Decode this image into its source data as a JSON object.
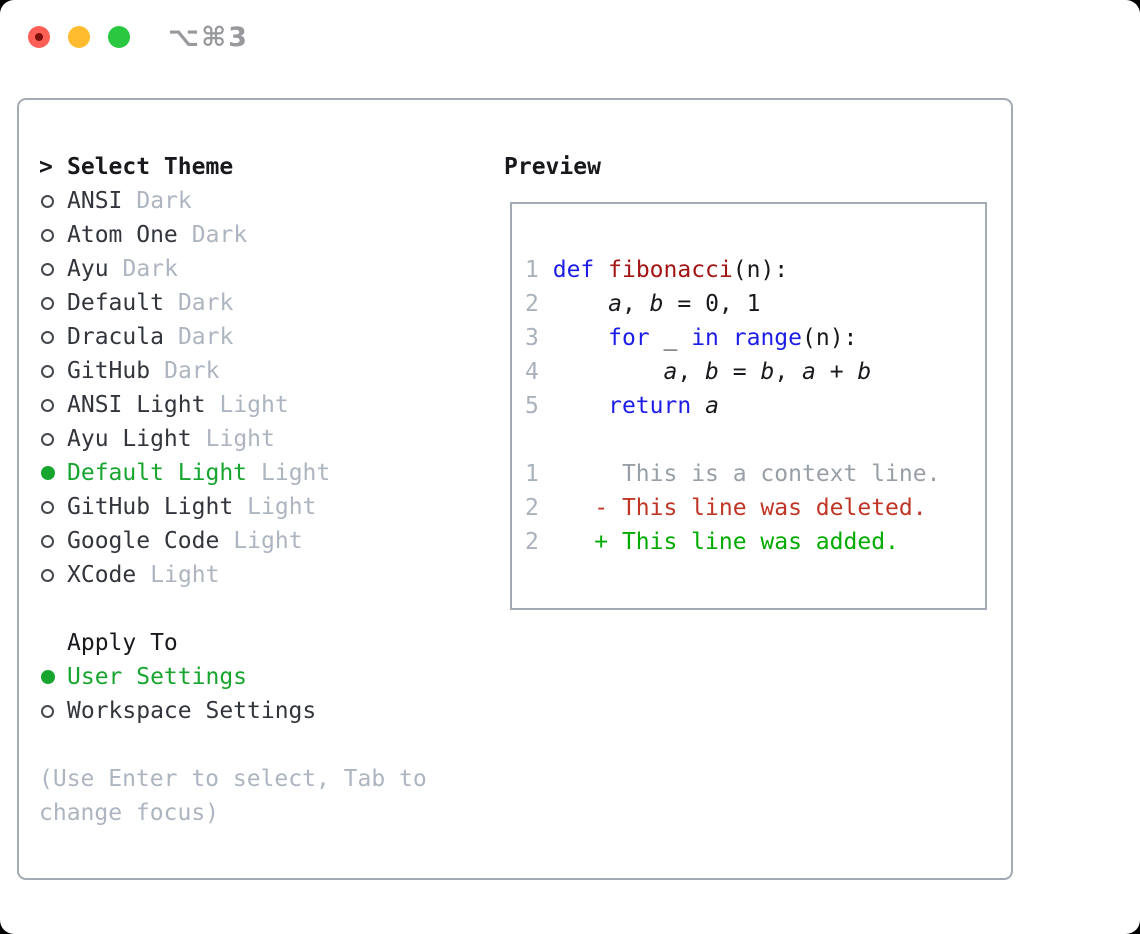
{
  "titlebar": {
    "shortcut": "⌥⌘3"
  },
  "theme_panel": {
    "header_marker": ">",
    "header": "Select Theme",
    "items": [
      {
        "name": "ANSI",
        "tag": "Dark",
        "selected": false
      },
      {
        "name": "Atom One",
        "tag": "Dark",
        "selected": false
      },
      {
        "name": "Ayu",
        "tag": "Dark",
        "selected": false
      },
      {
        "name": "Default",
        "tag": "Dark",
        "selected": false
      },
      {
        "name": "Dracula",
        "tag": "Dark",
        "selected": false
      },
      {
        "name": "GitHub",
        "tag": "Dark",
        "selected": false
      },
      {
        "name": "ANSI Light",
        "tag": "Light",
        "selected": false
      },
      {
        "name": "Ayu Light",
        "tag": "Light",
        "selected": false
      },
      {
        "name": "Default Light",
        "tag": "Light",
        "selected": true
      },
      {
        "name": "GitHub Light",
        "tag": "Light",
        "selected": false
      },
      {
        "name": "Google Code",
        "tag": "Light",
        "selected": false
      },
      {
        "name": "XCode",
        "tag": "Light",
        "selected": false
      }
    ],
    "apply_header": "Apply To",
    "apply_items": [
      {
        "name": "User Settings",
        "selected": true
      },
      {
        "name": "Workspace Settings",
        "selected": false
      }
    ],
    "hint": "(Use Enter to select, Tab to change focus)"
  },
  "preview": {
    "header": "Preview",
    "lines": [
      [
        {
          "t": "1",
          "c": "num"
        },
        {
          "t": " ",
          "c": "code"
        },
        {
          "t": "def",
          "c": "kw"
        },
        {
          "t": " ",
          "c": "code"
        },
        {
          "t": "fibonacci",
          "c": "fn"
        },
        {
          "t": "(n):",
          "c": "code"
        }
      ],
      [
        {
          "t": "2",
          "c": "num"
        },
        {
          "t": "     ",
          "c": "code"
        },
        {
          "t": "a",
          "c": "var"
        },
        {
          "t": ", ",
          "c": "code"
        },
        {
          "t": "b",
          "c": "var"
        },
        {
          "t": " = 0, 1",
          "c": "code"
        }
      ],
      [
        {
          "t": "3",
          "c": "num"
        },
        {
          "t": "     ",
          "c": "code"
        },
        {
          "t": "for",
          "c": "kw"
        },
        {
          "t": " _ ",
          "c": "code"
        },
        {
          "t": "in",
          "c": "kw"
        },
        {
          "t": " ",
          "c": "code"
        },
        {
          "t": "range",
          "c": "kw"
        },
        {
          "t": "(n):",
          "c": "code"
        }
      ],
      [
        {
          "t": "4",
          "c": "num"
        },
        {
          "t": "         ",
          "c": "code"
        },
        {
          "t": "a",
          "c": "var"
        },
        {
          "t": ", ",
          "c": "code"
        },
        {
          "t": "b",
          "c": "var"
        },
        {
          "t": " = ",
          "c": "code"
        },
        {
          "t": "b",
          "c": "var"
        },
        {
          "t": ", ",
          "c": "code"
        },
        {
          "t": "a",
          "c": "var"
        },
        {
          "t": " + ",
          "c": "code"
        },
        {
          "t": "b",
          "c": "var"
        }
      ],
      [
        {
          "t": "5",
          "c": "num"
        },
        {
          "t": "     ",
          "c": "code"
        },
        {
          "t": "return",
          "c": "kw"
        },
        {
          "t": " ",
          "c": "code"
        },
        {
          "t": "a",
          "c": "var"
        }
      ],
      [],
      [
        {
          "t": "1",
          "c": "num"
        },
        {
          "t": "      ",
          "c": "code"
        },
        {
          "t": "This is a context line.",
          "c": "ctx"
        }
      ],
      [
        {
          "t": "2",
          "c": "num"
        },
        {
          "t": "    ",
          "c": "code"
        },
        {
          "t": "- This line was deleted.",
          "c": "del"
        }
      ],
      [
        {
          "t": "2",
          "c": "num"
        },
        {
          "t": "    ",
          "c": "code"
        },
        {
          "t": "+ This line was added.",
          "c": "add"
        }
      ]
    ]
  },
  "colors": {
    "num": "#a9b2bc",
    "kw": "#1d1de8",
    "fn": "#a31515",
    "code": "#17191d",
    "var": "#17191d",
    "ctx": "#999fa6",
    "del": "#c03626",
    "add": "#00ab00",
    "select_green": "#17a52f"
  }
}
